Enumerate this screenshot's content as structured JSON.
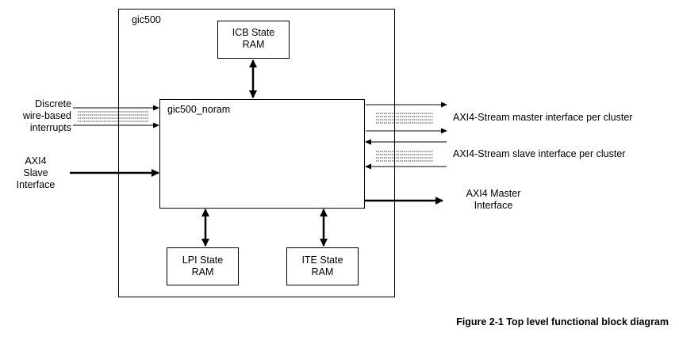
{
  "outer_block": {
    "label": "gic500"
  },
  "inner_block": {
    "label": "gic500_noram"
  },
  "rams": {
    "icb": [
      "ICB State",
      "RAM"
    ],
    "lpi": [
      "LPI State",
      "RAM"
    ],
    "ite": [
      "ITE State",
      "RAM"
    ]
  },
  "inputs": {
    "discrete": [
      "Discrete",
      "wire-based",
      "interrupts"
    ],
    "axi4_slave": [
      "AXI4",
      "Slave",
      "Interface"
    ]
  },
  "outputs": {
    "stream_master": "AXI4-Stream master interface per cluster",
    "stream_slave": "AXI4-Stream slave interface per cluster",
    "axi4_master": [
      "AXI4 Master",
      "Interface"
    ]
  },
  "caption": "Figure 2-1 Top level functional block diagram"
}
